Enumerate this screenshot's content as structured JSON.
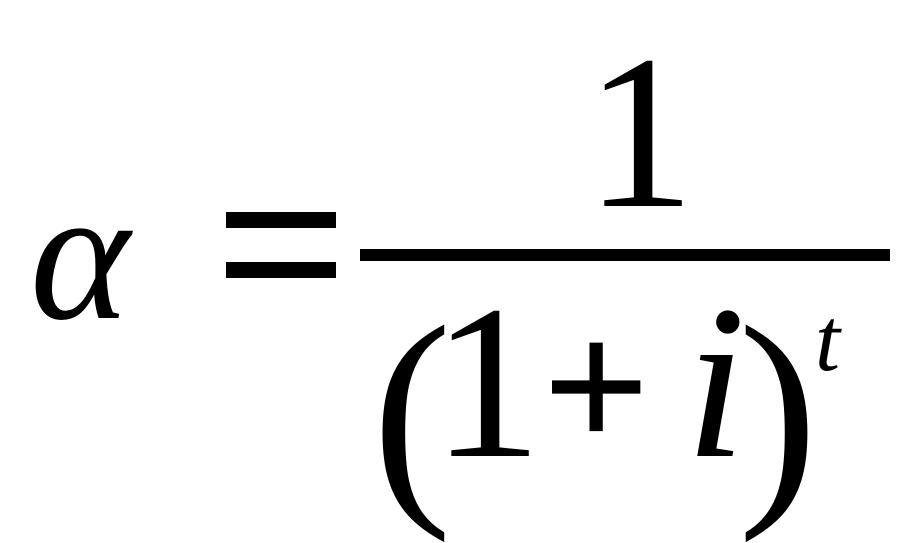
{
  "formula": {
    "lhs": "α",
    "equals": "=",
    "numerator": "1",
    "denominator": {
      "open_paren": "(",
      "one": "1",
      "plus": "+",
      "variable": "i",
      "close_paren": ")",
      "exponent": "t"
    }
  }
}
